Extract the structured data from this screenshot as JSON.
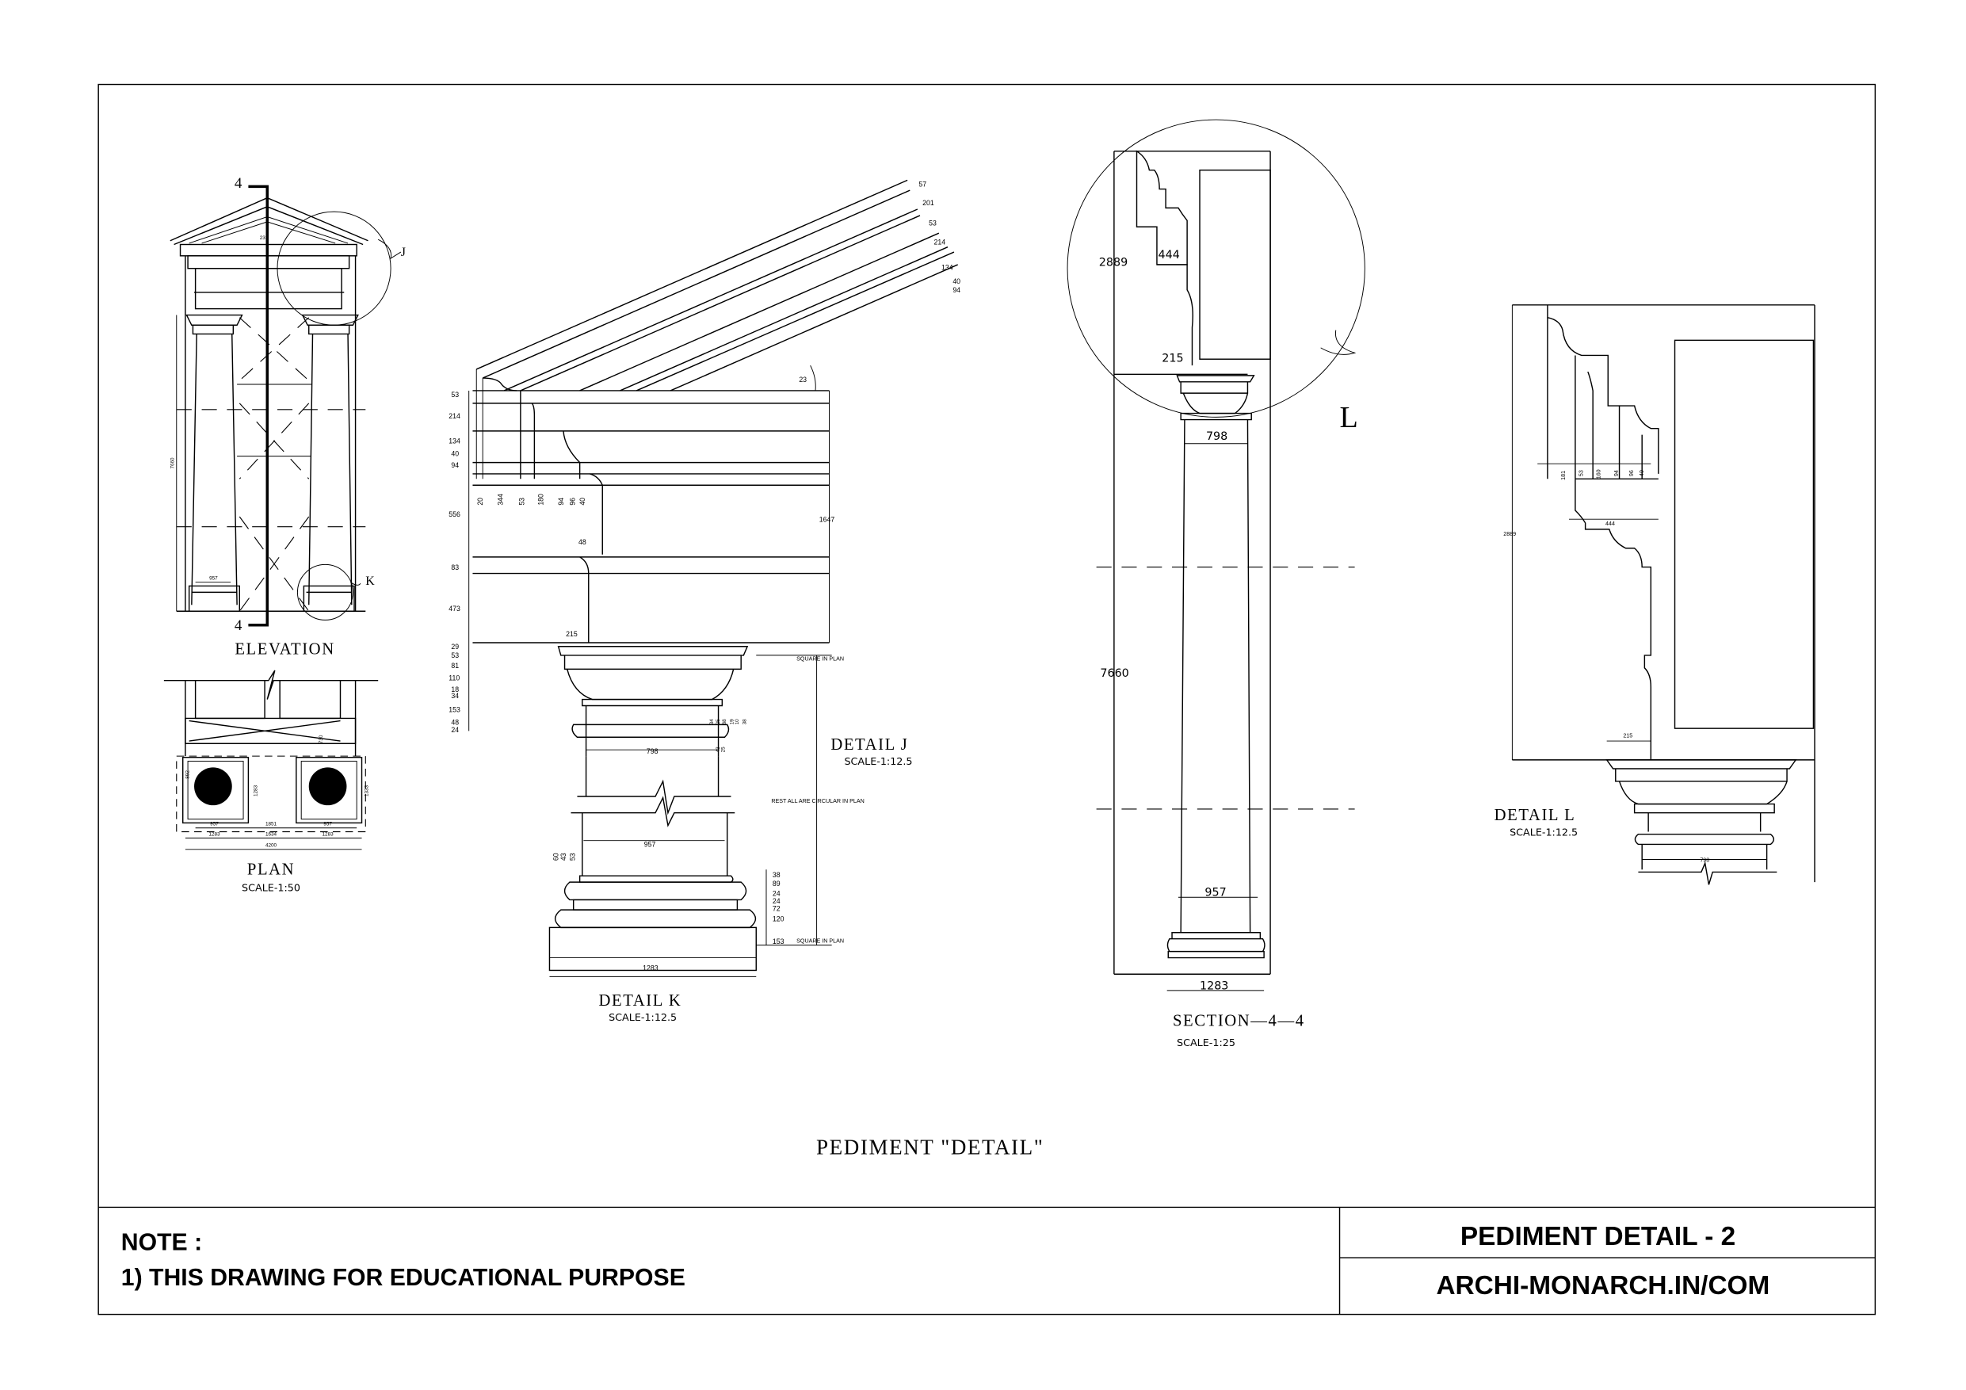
{
  "sheet": {
    "main_title": "PEDIMENT \"DETAIL\"",
    "note_heading": "NOTE :",
    "note_1": "1) THIS DRAWING FOR EDUCATIONAL PURPOSE",
    "drawing_title": "PEDIMENT DETAIL - 2",
    "website": "ARCHI-MONARCH.IN/COM"
  },
  "elevation": {
    "title": "ELEVATION",
    "section_mark_top": "4",
    "section_mark_bottom": "4",
    "callout_j": "J",
    "callout_k": "K",
    "angle": "23",
    "height_dim": "7660",
    "column_dim": "957"
  },
  "plan": {
    "title": "PLAN",
    "scale": "SCALE-1:50",
    "dims": {
      "d730": "730",
      "d892": "892",
      "d1283v": "1283",
      "d1333": "1333",
      "row1": [
        "957",
        "1851",
        "957"
      ],
      "row2": [
        "1283",
        "1634",
        "1283"
      ],
      "total": "4200"
    }
  },
  "detail_j": {
    "title": "DETAIL  J",
    "scale": "SCALE-1:12.5",
    "rake_dims": [
      "57",
      "201",
      "53",
      "214",
      "134",
      "40",
      "94"
    ],
    "left_dims": [
      "53",
      "214",
      "134",
      "40",
      "94",
      "556",
      "83",
      "473",
      "29",
      "53",
      "81",
      "110",
      "18",
      "34",
      "153",
      "48",
      "24"
    ],
    "bottom_dims": [
      "20",
      "344",
      "53",
      "180",
      "94",
      "96",
      "40"
    ],
    "capital_dims": [
      "34",
      "25",
      "88",
      "19",
      "10",
      "38",
      "43",
      "25"
    ],
    "angle": "23",
    "height": "1647",
    "d48": "48",
    "d215": "215",
    "d798": "798",
    "square_note_top": "SQUARE IN PLAN",
    "circular_note": "REST ALL ARE CIRCULAR IN PLAN"
  },
  "detail_k": {
    "title": "DETAIL  K",
    "scale": "SCALE-1:12.5",
    "d957": "957",
    "d1283": "1283",
    "left_dims": [
      "60",
      "43",
      "53"
    ],
    "right_dims": [
      "38",
      "89",
      "24",
      "24",
      "72",
      "120"
    ],
    "d153": "153",
    "square_note_bottom": "SQUARE IN PLAN"
  },
  "section_44": {
    "title": "SECTION—4—4",
    "scale": "SCALE-1:25",
    "callout_l": "L",
    "d2889": "2889",
    "d444": "444",
    "d215": "215",
    "d798": "798",
    "d7660": "7660",
    "d957": "957",
    "d1283": "1283"
  },
  "detail_l": {
    "title": "DETAIL  L",
    "scale": "SCALE-1:12.5",
    "d2889": "2889",
    "step_dims": [
      "181",
      "53",
      "160",
      "94",
      "96",
      "40"
    ],
    "d444": "444",
    "d215": "215",
    "d798": "798"
  }
}
